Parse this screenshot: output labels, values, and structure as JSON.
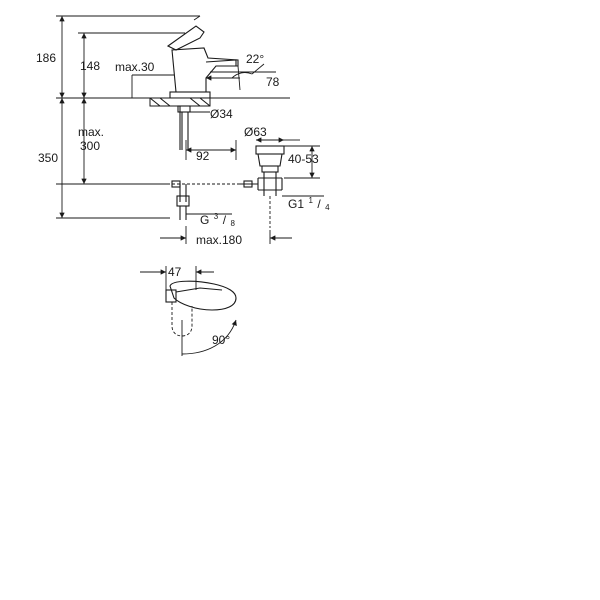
{
  "diagram": {
    "dimensions": {
      "overall_height": "186",
      "spout_height": "148",
      "max_30": "max.30",
      "angle_22": "22°",
      "spout_reach": "78",
      "hole_diameter": "Ø34",
      "max_label": "max.",
      "max_300": "300",
      "total_350": "350",
      "offset_92": "92",
      "waste_diameter": "Ø63",
      "waste_range": "40-53",
      "waste_thread_base": "G1",
      "waste_thread_num": "1",
      "waste_thread_den": "4",
      "hose_thread_base": "G",
      "hose_thread_num": "3",
      "hose_thread_den": "8",
      "max_180": "max.180",
      "lever_offset": "47",
      "lever_angle": "90°"
    }
  }
}
